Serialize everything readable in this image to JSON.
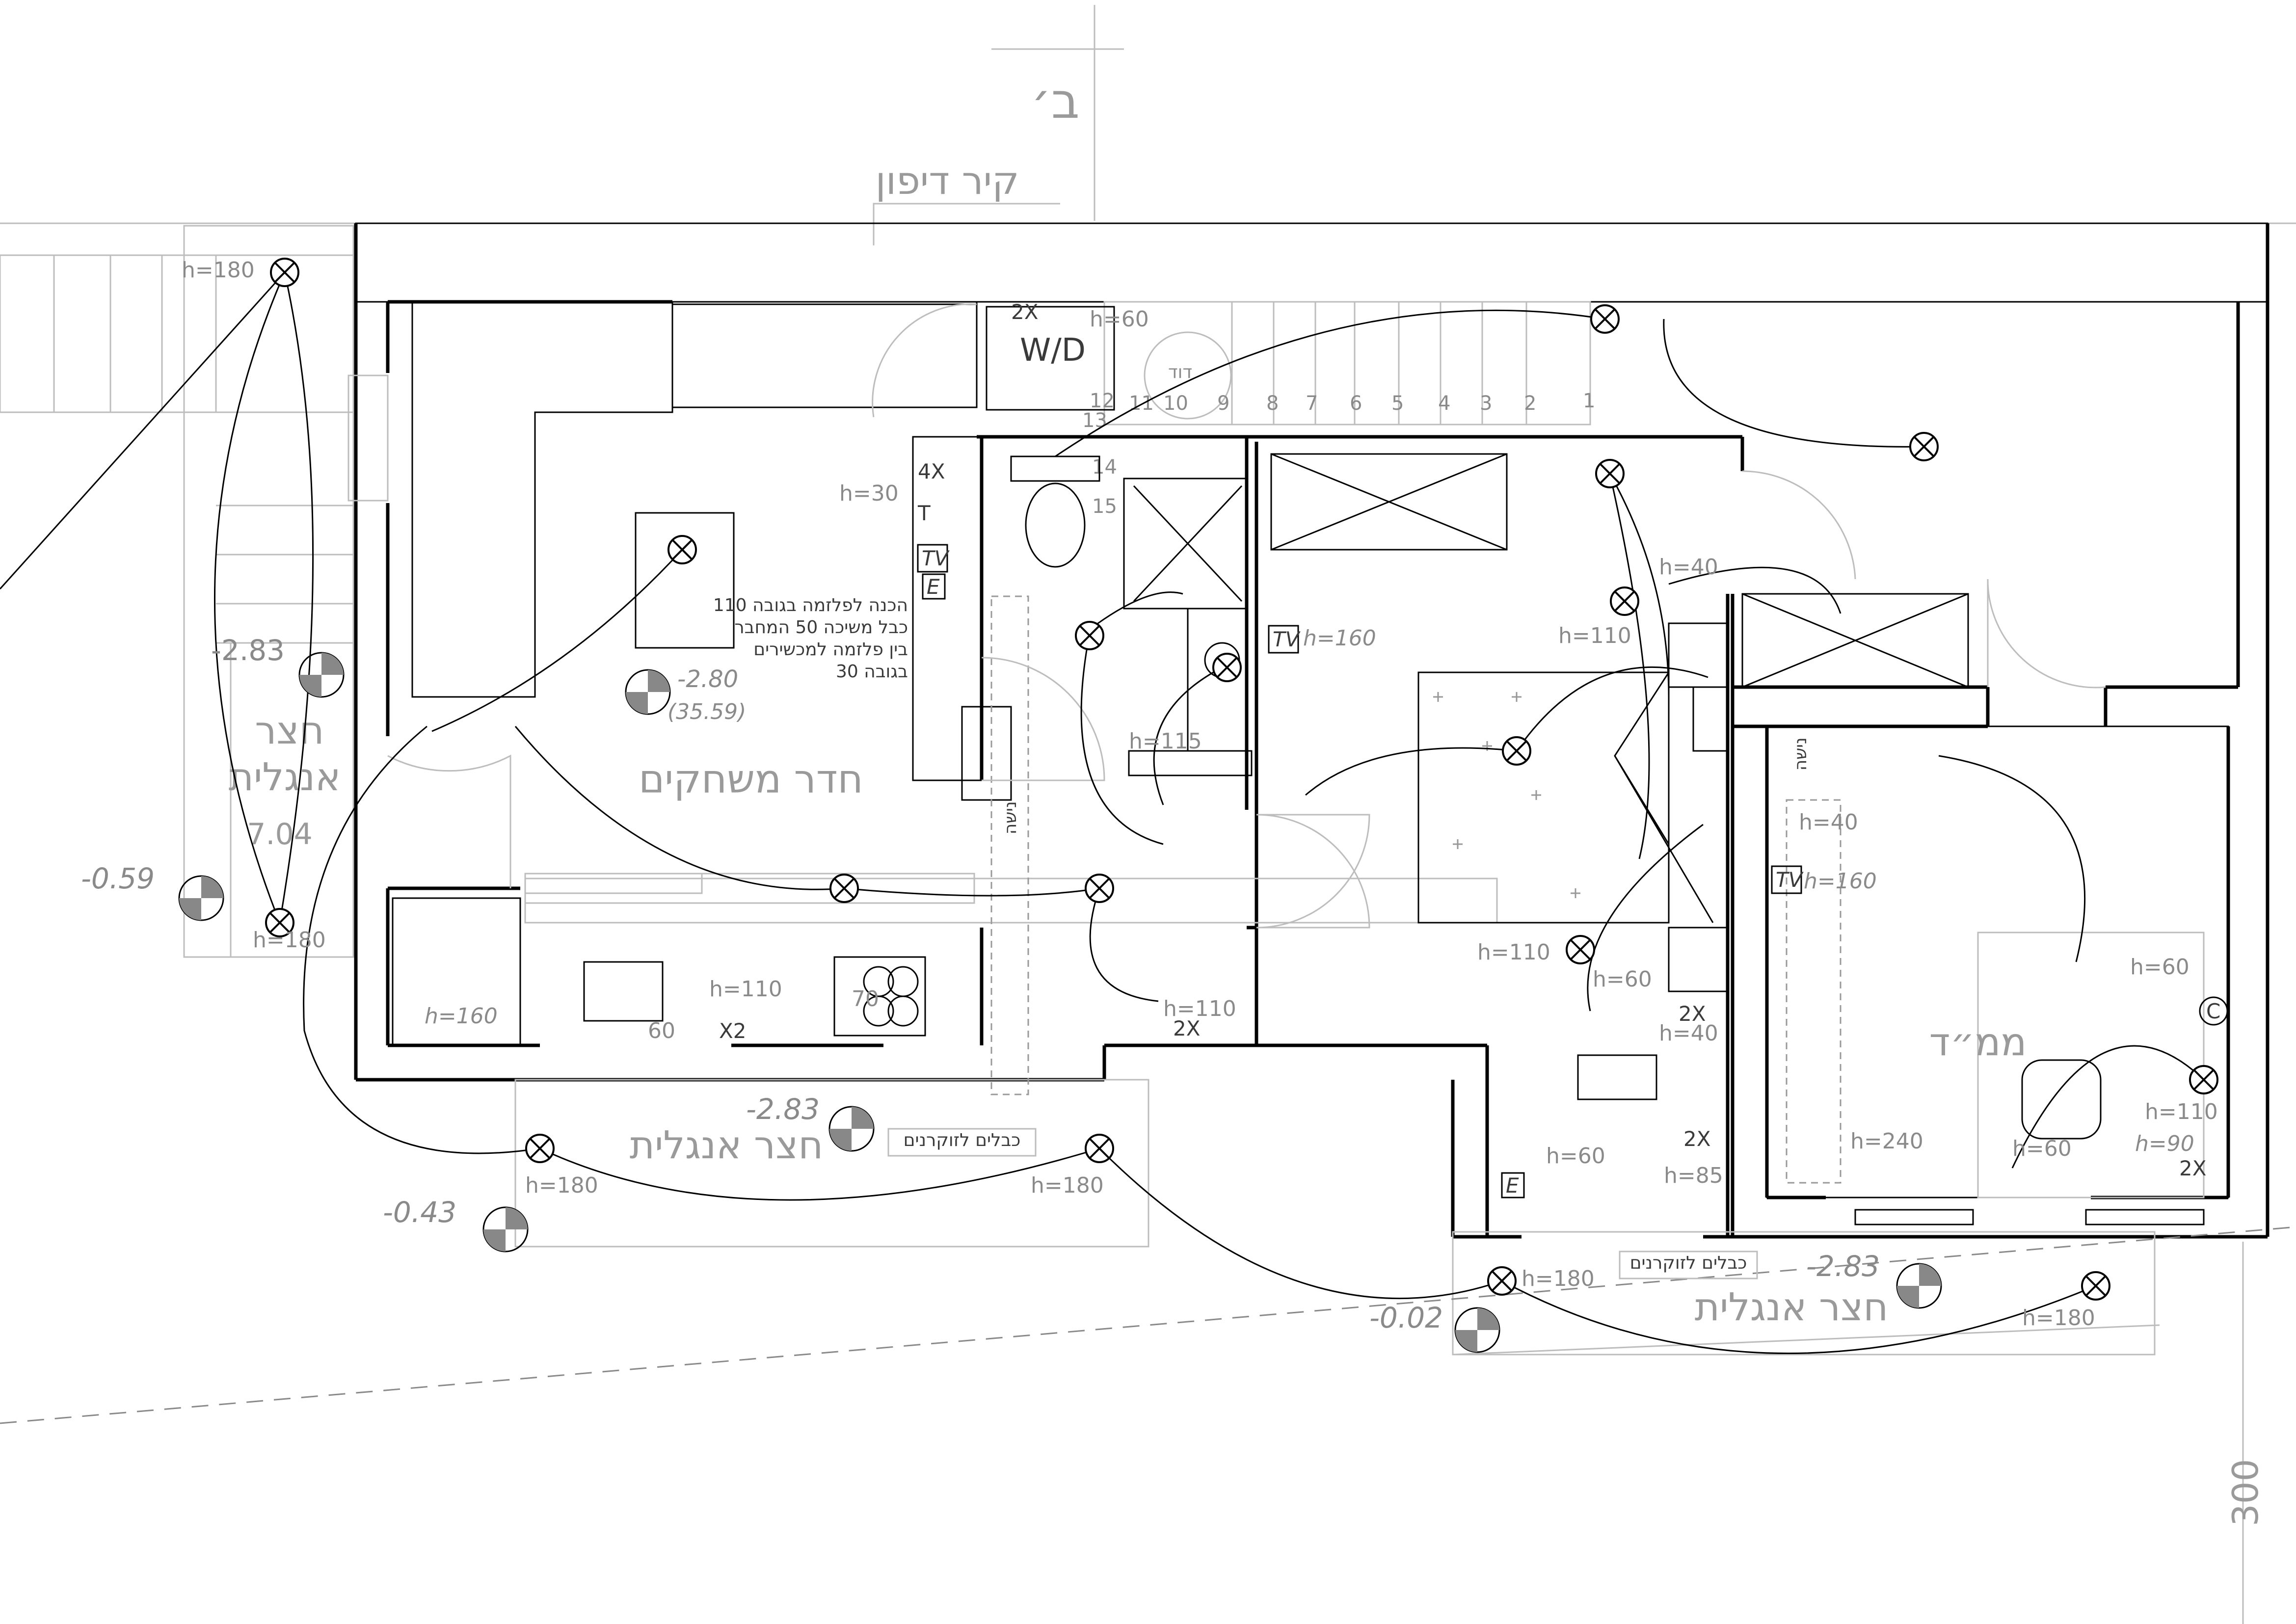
{
  "sheet": {
    "section_marker": "ב׳",
    "section_title": "קיר דיפון",
    "dimension_300": "300"
  },
  "rooms": {
    "playroom": "חדר משחקים",
    "shelter": "ממ״ד",
    "court_left_1": "חצר",
    "court_left_2": "אנגלית",
    "court_bottom_1": "חצר אנגלית",
    "court_bottom_2": "חצר אנגלית",
    "wd": "W/D"
  },
  "notes": {
    "plasma_note": [
      "הכנה לפלזמה בגובה 110",
      "כבל משיכה 50 המחבר",
      "בין פלזמה למכשירים",
      "בגובה 30"
    ],
    "cables_doorbell_1": "כבלים לזוקרנים",
    "cables_doorbell_2": "כבלים לזוקרנים",
    "niche_1": "נישה",
    "niche_2": "נישה"
  },
  "levels": [
    {
      "value": "-2.83",
      "sub": ""
    },
    {
      "value": "-2.80",
      "sub": "(35.59)"
    },
    {
      "value": "-0.59",
      "sub": ""
    },
    {
      "value": "-2.83",
      "sub": ""
    },
    {
      "value": "-0.43",
      "sub": ""
    },
    {
      "value": "-0.02",
      "sub": ""
    },
    {
      "value": "-2.83",
      "sub": ""
    },
    {
      "value": "7.04",
      "sub": ""
    }
  ],
  "heights": {
    "h180_a": "h=180",
    "h180_b": "h=180",
    "h180_c": "h=180",
    "h180_d": "h=180",
    "h180_e": "h=180",
    "h180_f": "h=180",
    "h60_a": "h=60",
    "h30": "h=30",
    "h160_a": "h=160",
    "h160_b": "h=160",
    "h160_c": "h=160",
    "h115": "h=115",
    "h110_a": "h=110",
    "h110_b": "h=110",
    "h110_c": "h=110",
    "h110_d": "h=110",
    "h110_e": "h=110",
    "h40_a": "h=40",
    "h40_b": "h=40",
    "h40_c": "h=40",
    "h60_b": "h=60",
    "h60_c": "h=60",
    "h60_d": "h=60",
    "h60_e": "h=60",
    "h85": "h=85",
    "h240": "h=240",
    "h90": "h=90",
    "h60_small": "60",
    "h70": "70"
  },
  "symbols": {
    "tv": "TV",
    "e": "E",
    "x2": "2X",
    "x4": "4X",
    "x2b": "X2",
    "c": "C",
    "t": "T"
  },
  "stairs": [
    "1",
    "2",
    "3",
    "4",
    "5",
    "6",
    "7",
    "8",
    "9",
    "10",
    "11",
    "12",
    "13",
    "14",
    "15"
  ],
  "stair_label": "דוד"
}
